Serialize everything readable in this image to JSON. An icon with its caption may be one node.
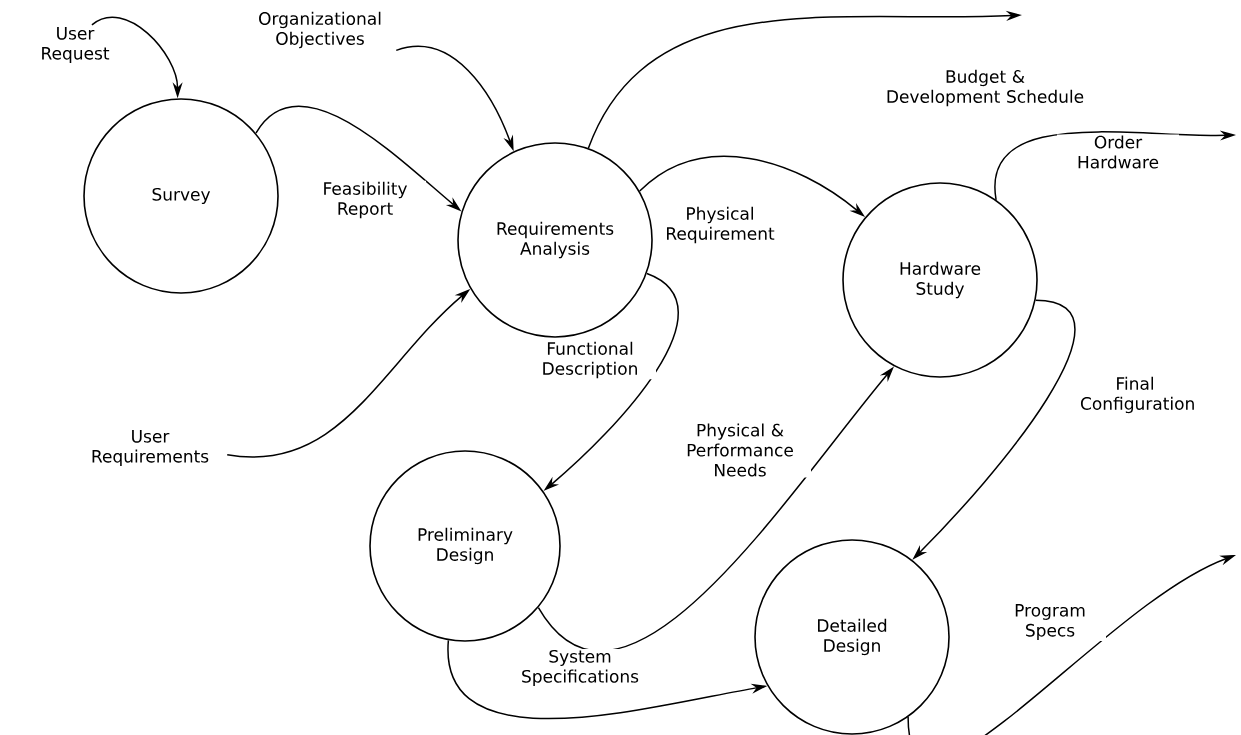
{
  "diagram": {
    "nodes": [
      {
        "text": [
          "User Request"
        ]
      },
      {
        "text": [
          "Organizational Objectives"
        ]
      },
      {
        "text": [
          "Survey"
        ]
      },
      {
        "text": [
          "Requirements Analysis"
        ]
      },
      {
        "text": [
          "Hardware Study"
        ]
      },
      {
        "text": [
          "User Requirements"
        ]
      },
      {
        "text": [
          "Preliminary Design"
        ]
      },
      {
        "text": [
          "Detailed Design"
        ]
      }
    ],
    "edges": [
      {
        "from": 0,
        "to": 2,
        "arrow": "to"
      },
      {
        "from": 1,
        "to": 3,
        "arrow": "to"
      },
      {
        "from": 2,
        "to": 3,
        "arrow": "to",
        "label": "Feasibility Report"
      },
      {
        "from": 5,
        "to": 3,
        "arrow": "to"
      },
      {
        "from": 3,
        "to": null,
        "arrow": "to",
        "label": "Budget & Development Schedule"
      },
      {
        "from": 3,
        "to": 4,
        "arrow": "to",
        "label": "Physical Requirement"
      },
      {
        "from": 4,
        "to": null,
        "arrow": "to",
        "label": "Order Hardware"
      },
      {
        "from": 3,
        "to": 6,
        "arrow": "to",
        "label": "Functional Description"
      },
      {
        "from": 6,
        "to": 4,
        "arrow": "to",
        "label": "Physical & Performance Needs"
      },
      {
        "from": 4,
        "to": 7,
        "arrow": "to",
        "label": "Final Configuration"
      },
      {
        "from": 6,
        "to": 7,
        "arrow": "to",
        "label": "System Specifications"
      },
      {
        "from": 7,
        "to": null,
        "arrow": "to",
        "label": "Program Specs"
      }
    ]
  }
}
